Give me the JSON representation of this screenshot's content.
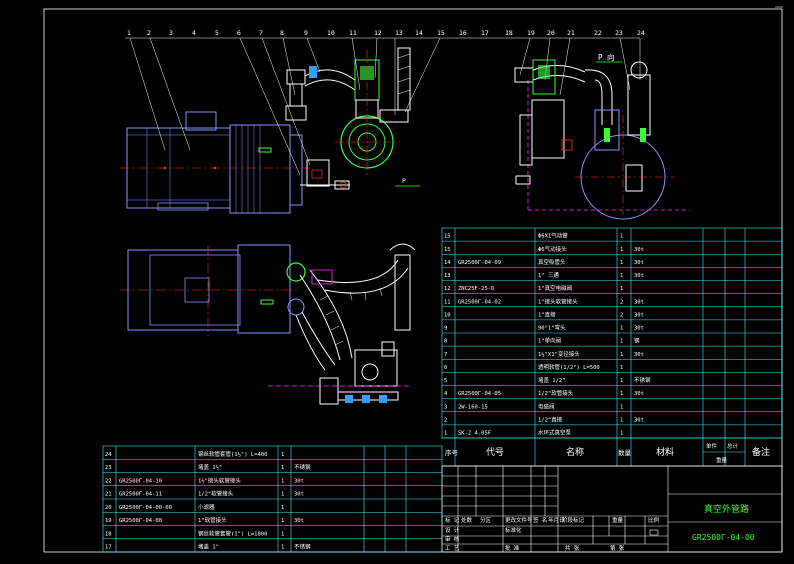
{
  "drawing": {
    "title_cn": "真空外管路",
    "drawing_no": "GR2500Γ-04-00",
    "view_labels": {
      "p_view": "P 向",
      "p_arrow": "P"
    }
  },
  "balloons": [
    "1",
    "2",
    "3",
    "4",
    "5",
    "6",
    "7",
    "8",
    "9",
    "10",
    "11",
    "12",
    "13",
    "14",
    "15",
    "16",
    "17",
    "18",
    "19",
    "20",
    "21",
    "22",
    "23",
    "24"
  ],
  "bom_upper": {
    "rows": [
      {
        "no": "15",
        "code": "",
        "name": "Φ6X1气动管",
        "qty": "1",
        "mat": "",
        "note": ""
      },
      {
        "no": "15",
        "code": "",
        "name": "Φ6气动接头",
        "qty": "1",
        "mat": "30t",
        "note": ""
      },
      {
        "no": "14",
        "code": "GR2500Γ-04-09",
        "name": "真空吸管头",
        "qty": "1",
        "mat": "30t",
        "note": ""
      },
      {
        "no": "13",
        "code": "",
        "name": "1\" 三通",
        "qty": "1",
        "mat": "30t",
        "note": ""
      },
      {
        "no": "12",
        "code": "ZNC25F-25-D",
        "name": "1\"真空电磁阀",
        "qty": "1",
        "mat": "",
        "note": ""
      },
      {
        "no": "11",
        "code": "GR2500Γ-04-02",
        "name": "1\"接头软管接头",
        "qty": "2",
        "mat": "30t",
        "note": ""
      },
      {
        "no": "10",
        "code": "",
        "name": "1\"直接",
        "qty": "2",
        "mat": "30t",
        "note": ""
      },
      {
        "no": "9",
        "code": "",
        "name": "90°1\"弯头",
        "qty": "1",
        "mat": "30t",
        "note": ""
      },
      {
        "no": "8",
        "code": "",
        "name": "1\"单向阀",
        "qty": "1",
        "mat": "钢",
        "note": ""
      },
      {
        "no": "7",
        "code": "",
        "name": "1½\"X1\"变径接头",
        "qty": "1",
        "mat": "30t",
        "note": ""
      },
      {
        "no": "6",
        "code": "",
        "name": "透明软管(1/2\") L=500",
        "qty": "1",
        "mat": "",
        "note": ""
      },
      {
        "no": "5",
        "code": "",
        "name": "堵盖 1/2\"",
        "qty": "1",
        "mat": "不锈钢",
        "note": ""
      },
      {
        "no": "4",
        "code": "GR2500Γ-04-05",
        "name": "1/2\"软管接头",
        "qty": "1",
        "mat": "30t",
        "note": ""
      },
      {
        "no": "3",
        "code": "2W-160-15",
        "name": "电磁阀",
        "qty": "1",
        "mat": "",
        "note": ""
      },
      {
        "no": "2",
        "code": "",
        "name": "1/2\"直接",
        "qty": "1",
        "mat": "30t",
        "note": ""
      },
      {
        "no": "1",
        "code": "SK-2 4.05F",
        "name": "水环式真空泵",
        "qty": "1",
        "mat": "",
        "note": ""
      }
    ],
    "header": {
      "no": "序号",
      "code": "代号",
      "name": "名称",
      "qty": "数量",
      "mat": "材料",
      "single": "单件",
      "total": "总计",
      "weight": "重量",
      "note": "备注"
    }
  },
  "bom_lower": {
    "rows": [
      {
        "no": "24",
        "code": "",
        "name": "钢丝软管套管(1½\") L=400",
        "qty": "1",
        "mat": "",
        "note": ""
      },
      {
        "no": "23",
        "code": "",
        "name": "堵盖 1½\"",
        "qty": "1",
        "mat": "不锈钢",
        "note": ""
      },
      {
        "no": "22",
        "code": "GR2500Γ-04-10",
        "name": "1½\"接头软管接头",
        "qty": "1",
        "mat": "30t",
        "note": ""
      },
      {
        "no": "21",
        "code": "GR2500Γ-04-11",
        "name": "1/2\"软管接头",
        "qty": "1",
        "mat": "30t",
        "note": ""
      },
      {
        "no": "20",
        "code": "GR2500Γ-04-00-00",
        "name": "小滤器",
        "qty": "1",
        "mat": "",
        "note": ""
      },
      {
        "no": "19",
        "code": "GR2500Γ-04-08",
        "name": "1\"软管接头",
        "qty": "1",
        "mat": "30t",
        "note": ""
      },
      {
        "no": "18",
        "code": "",
        "name": "钢丝软管套管(1\") L=1800",
        "qty": "1",
        "mat": "",
        "note": ""
      },
      {
        "no": "17",
        "code": "",
        "name": "堵盖 1\"",
        "qty": "1",
        "mat": "不锈钢",
        "note": ""
      }
    ]
  },
  "title_block": {
    "cells": [
      "标 记",
      "处数",
      "分区",
      "更改文件号",
      "签 名",
      "年月日",
      "设 计",
      "标准化",
      "阶段标记",
      "重量",
      "比例",
      "审 核",
      "工 艺",
      "批 准",
      "共 张",
      "第 张"
    ]
  }
}
